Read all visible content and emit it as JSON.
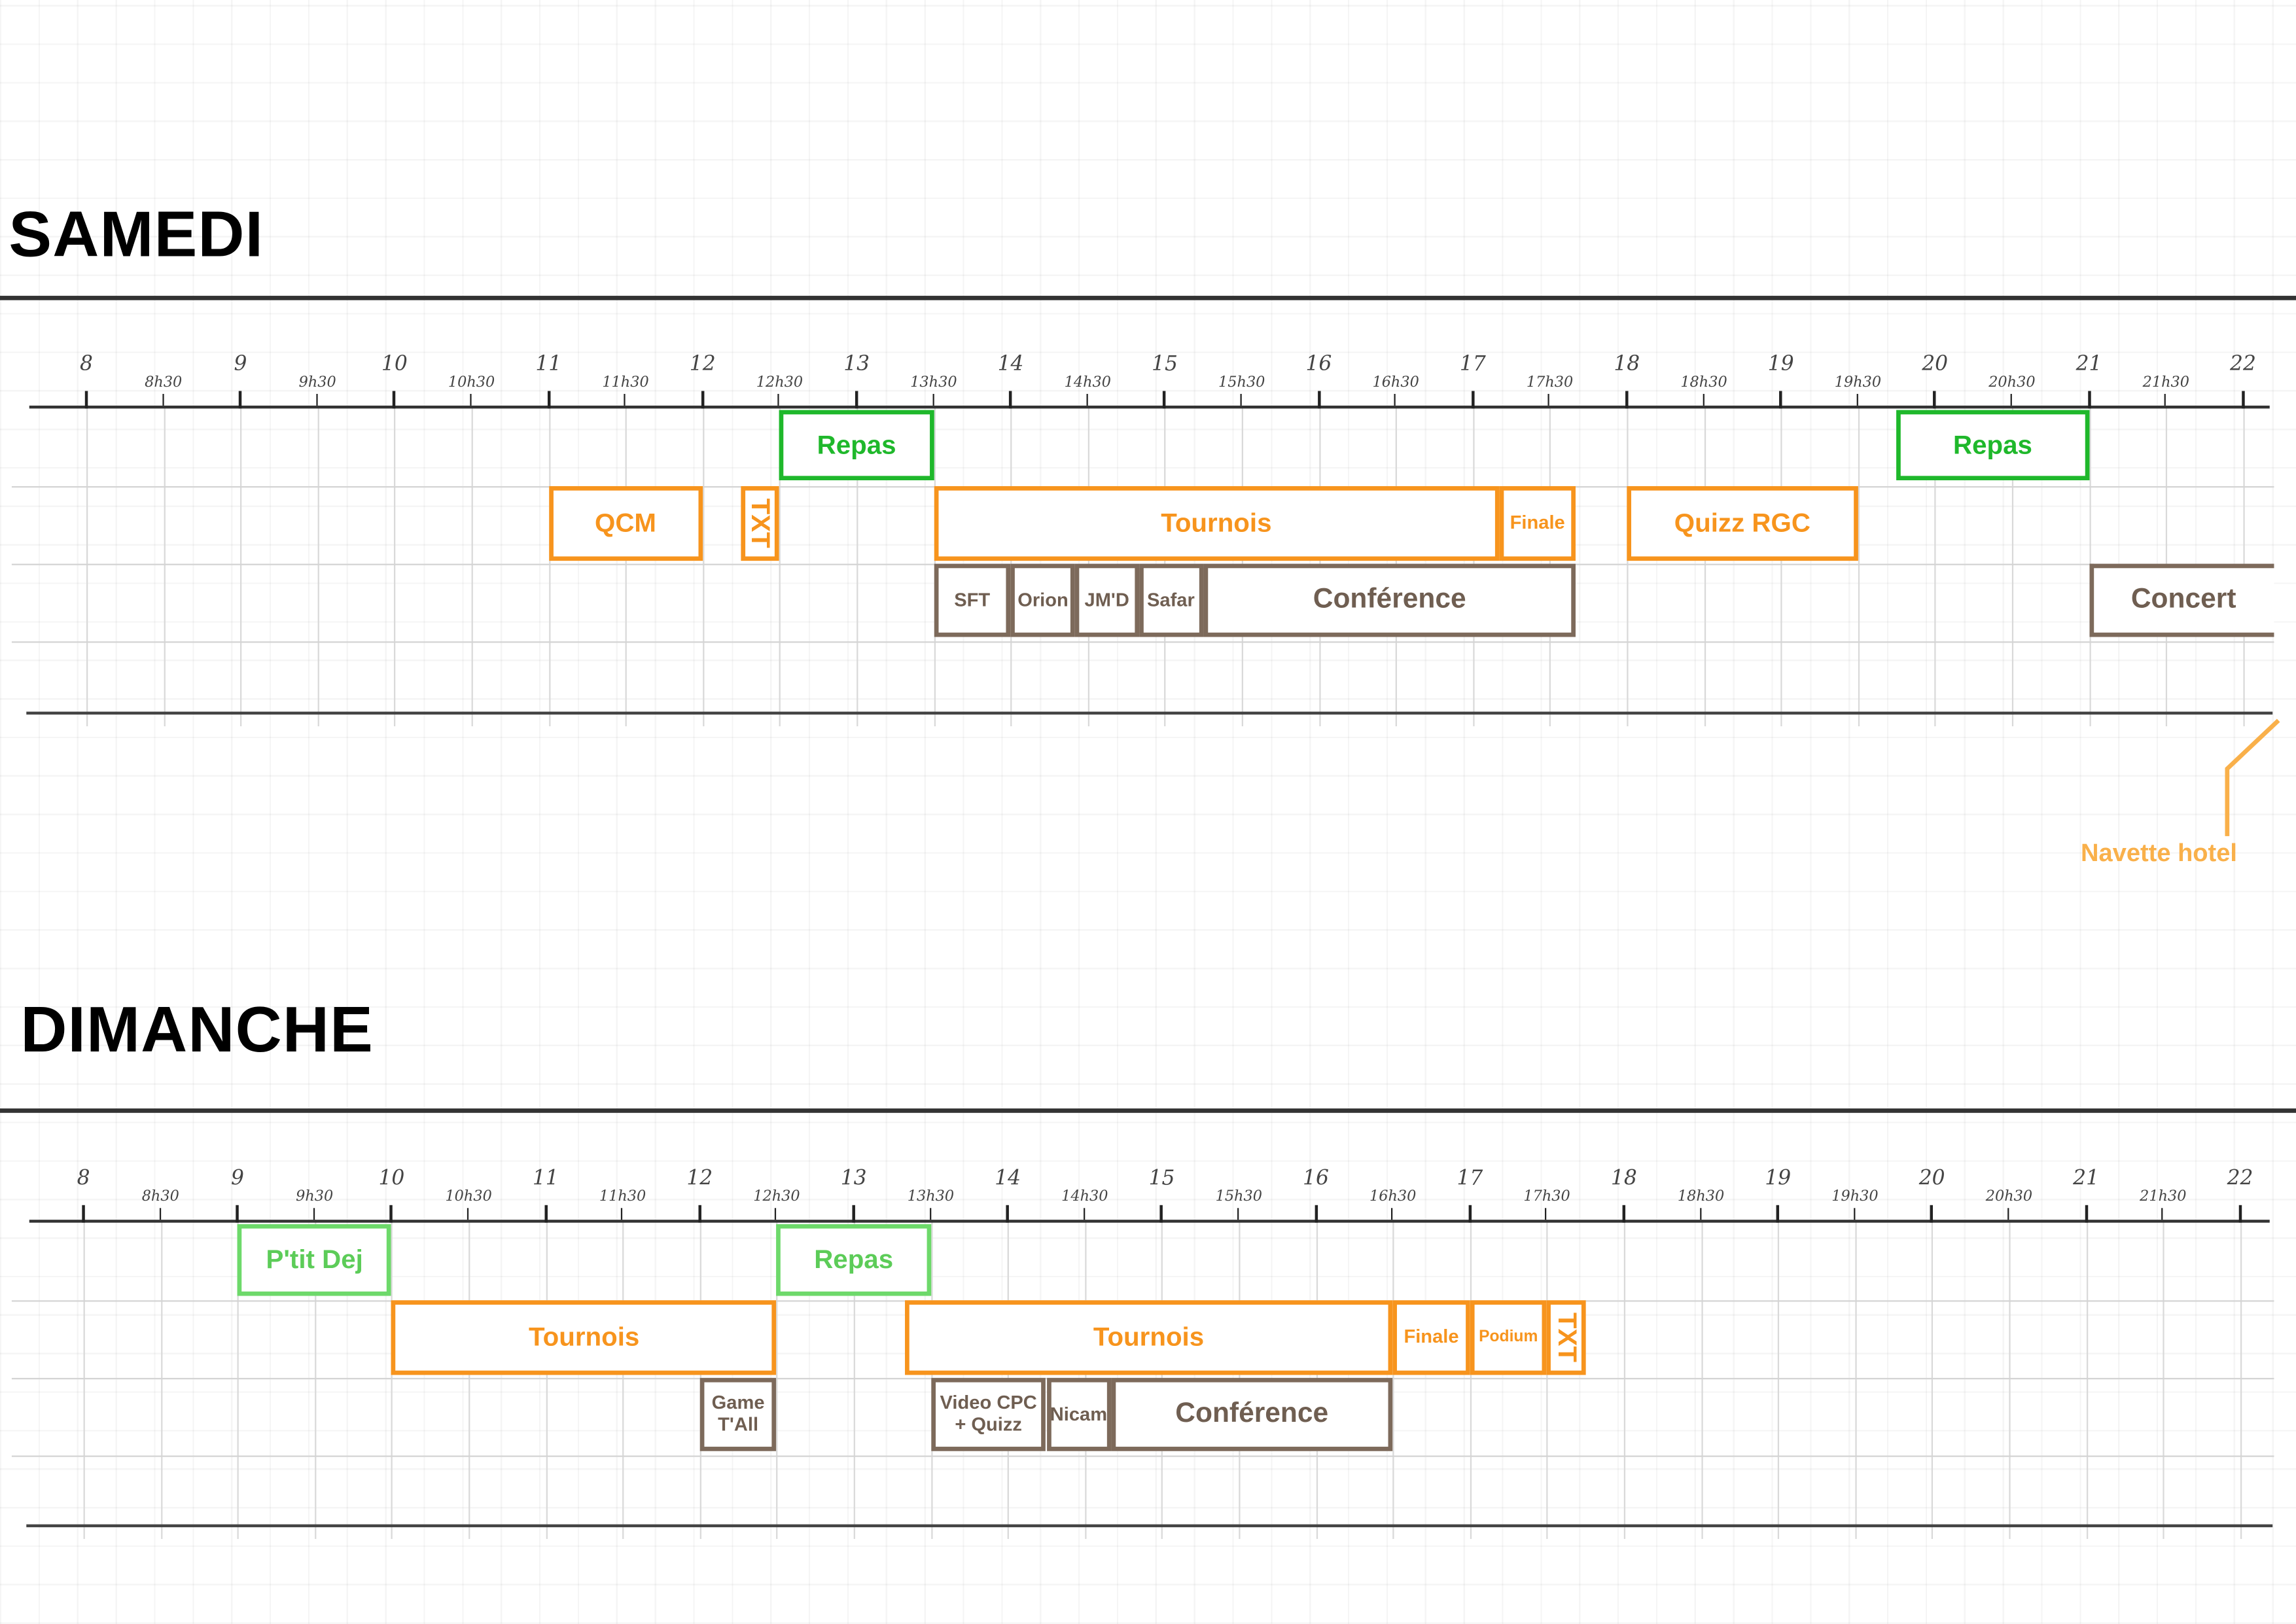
{
  "days": [
    {
      "title": "SAMEDI",
      "events": [
        {
          "label": "Repas",
          "start": 12.5,
          "end": 13.5,
          "row": 0,
          "color": "green"
        },
        {
          "label": "Repas",
          "start": 19.75,
          "end": 21.0,
          "row": 0,
          "color": "green"
        },
        {
          "label": "QCM",
          "start": 11.0,
          "end": 12.0,
          "row": 1,
          "color": "orange"
        },
        {
          "label": "TXT",
          "start": 12.25,
          "end": 12.5,
          "row": 1,
          "color": "orange",
          "vertical": true
        },
        {
          "label": "Tournois",
          "start": 13.5,
          "end": 17.17,
          "row": 1,
          "color": "orange"
        },
        {
          "label": "Finale",
          "start": 17.17,
          "end": 17.67,
          "row": 1,
          "color": "orange",
          "small": true
        },
        {
          "label": "Quizz RGC",
          "start": 18.0,
          "end": 19.5,
          "row": 1,
          "color": "orange"
        },
        {
          "label": "SFT",
          "start": 13.5,
          "end": 14.0,
          "row": 2,
          "color": "brown",
          "small": true
        },
        {
          "label": "Orion",
          "start": 14.0,
          "end": 14.42,
          "row": 2,
          "color": "brown",
          "small": true
        },
        {
          "label": "JM'D",
          "start": 14.42,
          "end": 14.83,
          "row": 2,
          "color": "brown",
          "small": true
        },
        {
          "label": "Safar",
          "start": 14.83,
          "end": 15.25,
          "row": 2,
          "color": "brown",
          "small": true
        },
        {
          "label": "Conférence",
          "start": 15.25,
          "end": 17.67,
          "row": 2,
          "color": "brown"
        },
        {
          "label": "Concert",
          "start": 21.0,
          "end": 22.2,
          "row": 2,
          "color": "brown",
          "open": true
        }
      ],
      "annotation": {
        "label": "Navette hotel",
        "color": "#f9b04a"
      }
    },
    {
      "title": "DIMANCHE",
      "events": [
        {
          "label": "P'tit Dej",
          "start": 9.0,
          "end": 10.0,
          "row": 0,
          "color": "lgreen"
        },
        {
          "label": "Repas",
          "start": 12.5,
          "end": 13.5,
          "row": 0,
          "color": "lgreen"
        },
        {
          "label": "Tournois",
          "start": 10.0,
          "end": 12.5,
          "row": 1,
          "color": "orange"
        },
        {
          "label": "Game T'All",
          "start": 12.0,
          "end": 12.5,
          "row": 2,
          "color": "brown",
          "small": true
        },
        {
          "label": "Tournois",
          "start": 13.33,
          "end": 16.5,
          "row": 1,
          "color": "orange"
        },
        {
          "label": "Finale",
          "start": 16.5,
          "end": 17.0,
          "row": 1,
          "color": "orange",
          "small": true
        },
        {
          "label": "Podium",
          "start": 17.0,
          "end": 17.5,
          "row": 1,
          "color": "orange",
          "tiny": true
        },
        {
          "label": "TXT",
          "start": 17.5,
          "end": 17.75,
          "row": 1,
          "color": "orange",
          "vertical": true
        },
        {
          "label": "Video CPC + Quizz",
          "start": 13.5,
          "end": 14.25,
          "row": 2,
          "color": "brown",
          "small": true
        },
        {
          "label": "Nicam",
          "start": 14.25,
          "end": 14.67,
          "row": 2,
          "color": "brown",
          "small": true
        },
        {
          "label": "Conférence",
          "start": 14.67,
          "end": 16.5,
          "row": 2,
          "color": "brown"
        }
      ]
    }
  ],
  "time_labels": {
    "hours": [
      "8",
      "9",
      "10",
      "11",
      "12",
      "13",
      "14",
      "15",
      "16",
      "17",
      "18",
      "19",
      "20",
      "21",
      "22"
    ],
    "half_hours": [
      "8h30",
      "9h30",
      "10h30",
      "11h30",
      "12h30",
      "13h30",
      "14h30",
      "15h30",
      "16h30",
      "17h30",
      "18h30",
      "19h30",
      "20h30",
      "21h30"
    ]
  },
  "colors": {
    "orange": "#f7941d",
    "green": "#1fb82b",
    "lgreen": "#6dd96a",
    "brown": "#7d6a5b"
  }
}
